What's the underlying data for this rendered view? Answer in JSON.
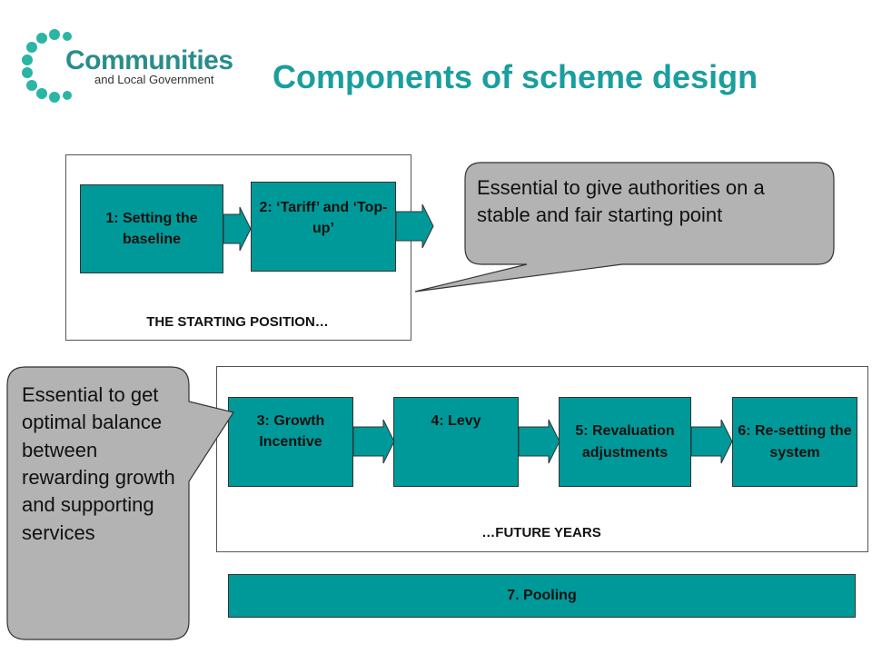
{
  "logo": {
    "name": "Communities",
    "subtitle": "and Local Government"
  },
  "title": "Components of scheme design",
  "starting": {
    "label": "THE STARTING POSITION…",
    "steps": [
      "1: Setting the baseline",
      "2: ‘Tariff’ and ‘Top-up’"
    ]
  },
  "future": {
    "label": "…FUTURE YEARS",
    "steps": [
      "3: Growth Incentive",
      "4: Levy",
      "5: Revaluation adjustments",
      "6: Re-setting the system"
    ]
  },
  "pooling": "7. Pooling",
  "callouts": {
    "right": "Essential to give authorities on a stable and fair starting point",
    "left": "Essential to get optimal balance between rewarding growth and supporting services"
  },
  "colors": {
    "teal": "#009999",
    "title": "#1a9e9e",
    "callout": "#b3b3b3"
  }
}
